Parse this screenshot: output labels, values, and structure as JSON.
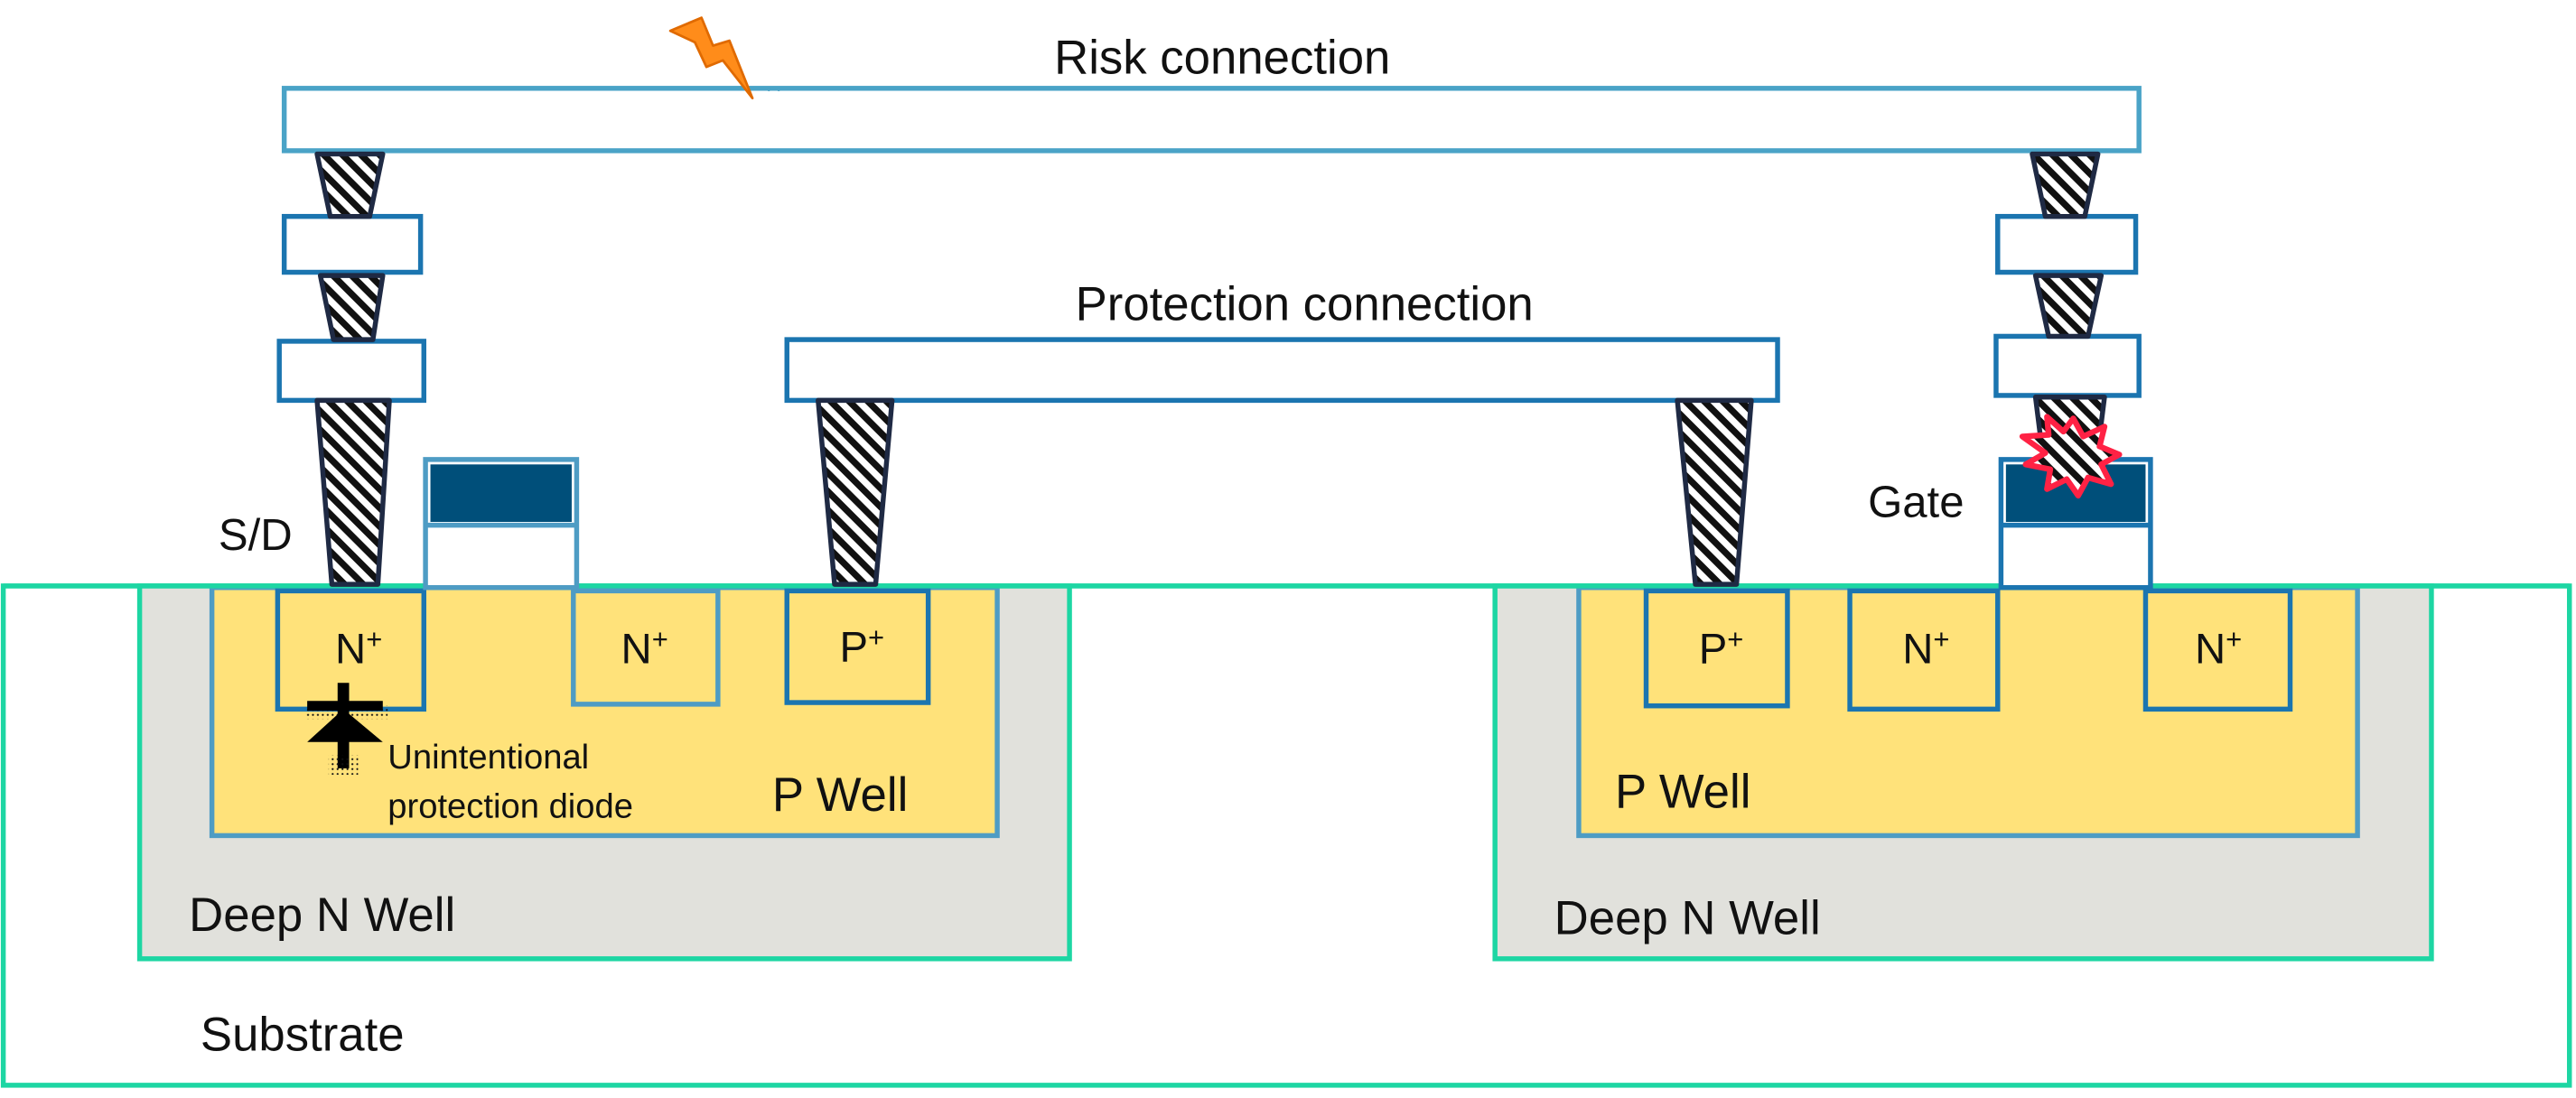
{
  "labels": {
    "risk_connection": "Risk connection",
    "protection_connection": "Protection connection",
    "sd": "S/D",
    "gate": "Gate",
    "n_plus": "N",
    "p_plus": "P",
    "superscript_plus": "+",
    "p_well": "P Well",
    "deep_n_well": "Deep N Well",
    "substrate": "Substrate",
    "diode_line1": "Unintentional",
    "diode_line2": "protection diode"
  },
  "icons": {
    "charge": "lightning-bolt-icon",
    "damage": "explosion-burst-icon",
    "diode": "diode-symbol-icon",
    "via": "hatched-via"
  },
  "colors": {
    "metal_stroke_light": "#4aa3c7",
    "metal_stroke_dark": "#1b75b0",
    "substrate_stroke": "#1dd6a3",
    "deep_n_well_fill": "#e1e1dc",
    "p_well_fill": "#ffe27a",
    "p_well_stroke": "#4e9cc4",
    "gate_fill": "#004f7a",
    "gate_stroke": "#1b75b0",
    "via_stroke": "#1f2a44",
    "bolt": "#ff8c1a",
    "burst": "#ff2244"
  }
}
